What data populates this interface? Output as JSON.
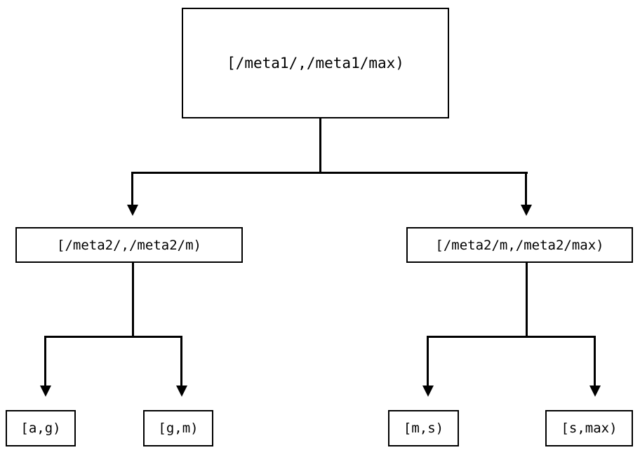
{
  "diagram": {
    "type": "tree",
    "title": "",
    "orientation": "top-down",
    "colors": {
      "background": "#ffffff",
      "stroke": "#000000",
      "text": "#000000"
    },
    "nodes": {
      "root": {
        "label": "[/meta1/,/meta1/max)",
        "level": 0
      },
      "mid_left": {
        "label": "[/meta2/,/meta2/m)",
        "level": 1
      },
      "mid_right": {
        "label": "[/meta2/m,/meta2/max)",
        "level": 1
      },
      "leaf_ag": {
        "label": "[a,g)",
        "level": 2
      },
      "leaf_gm": {
        "label": "[g,m)",
        "level": 2
      },
      "leaf_ms": {
        "label": "[m,s)",
        "level": 2
      },
      "leaf_smax": {
        "label": "[s,max)",
        "level": 2
      }
    },
    "edges": [
      {
        "from": "root",
        "to": "mid_left",
        "arrow": "down"
      },
      {
        "from": "root",
        "to": "mid_right",
        "arrow": "down"
      },
      {
        "from": "mid_left",
        "to": "leaf_ag",
        "arrow": "down"
      },
      {
        "from": "mid_left",
        "to": "leaf_gm",
        "arrow": "down"
      },
      {
        "from": "mid_right",
        "to": "leaf_ms",
        "arrow": "down"
      },
      {
        "from": "mid_right",
        "to": "leaf_smax",
        "arrow": "down"
      }
    ]
  }
}
